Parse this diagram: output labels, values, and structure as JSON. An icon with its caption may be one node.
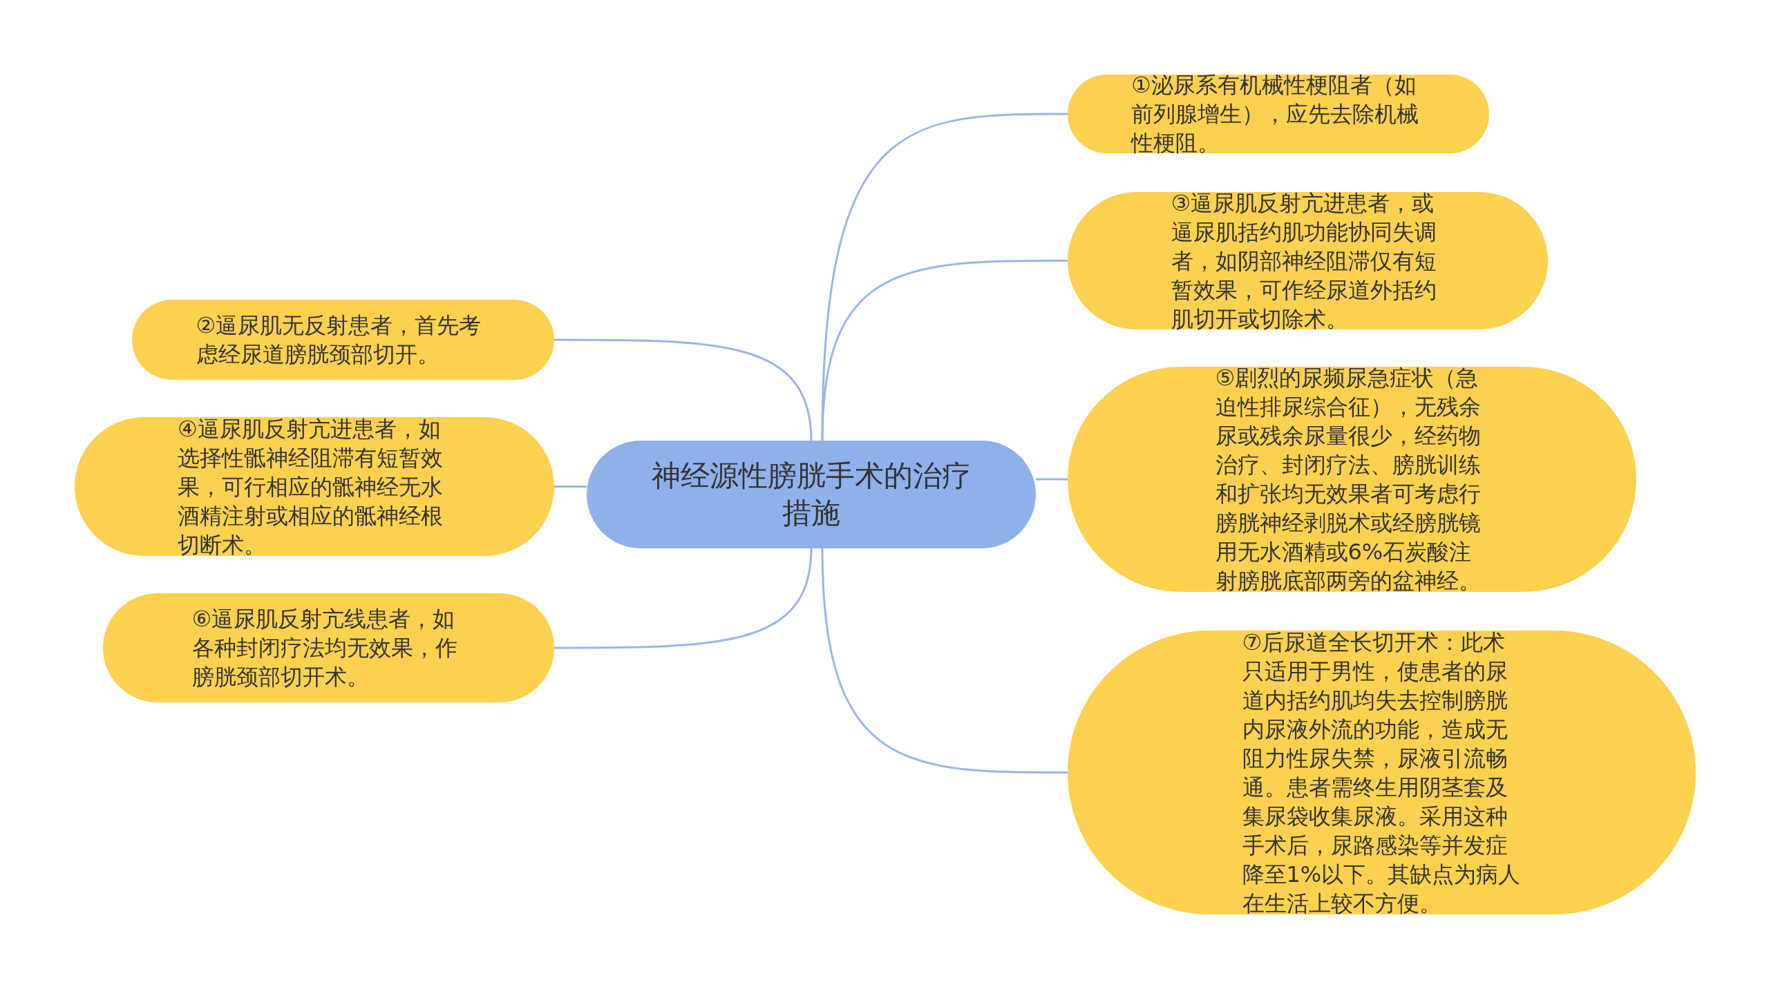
{
  "diagram": {
    "nodes": [
      {
        "text": [
          "神经源性膀胱手术的治疗措施"
        ]
      },
      {
        "text": [
          "①泌尿系有机械性梗阻者（如前列腺增生），应先去除机械性梗阻。"
        ]
      },
      {
        "text": [
          "②逼尿肌无反射患者，首先考虑经尿道膀胱颈部切开。"
        ]
      },
      {
        "text": [
          "③逼尿肌反射亢进患者，或逼尿肌括约肌功能协同失调者，如阴部神经阻滞仅有短暂效果，可作经尿道外括约肌切开或切除术。"
        ]
      },
      {
        "text": [
          "④逼尿肌反射亢进患者，如选择性骶神经阻滞有短暂效果，可行相应的骶神经无水酒精注射或相应的骶神经根切断术。"
        ]
      },
      {
        "text": [
          "⑤剧烈的尿频尿急症状（急迫性排尿综合征），无残余尿或残余尿量很少，经药物治疗、封闭疗法、膀胱训练和扩张均无效果者可考虑行膀胱神经剥脱术或经膀胱镜用无水酒精或6%石炭酸注射膀胱底部两旁的盆神经。"
        ]
      },
      {
        "text": [
          "⑥逼尿肌反射亢线患者，如各种封闭疗法均无效果，作膀胱颈部切开术。"
        ]
      },
      {
        "text": [
          "⑦后尿道全长切开术：此术只适用于男性，使患者的尿道内括约肌均失去控制膀胱内尿液外流的功能，造成无阻力性尿失禁，尿液引流畅通。患者需终生用阴茎套及集尿袋收集尿液。采用这种手术后，尿路感染等并发症降至1%以下。其缺点为病人在生活上较不方便。"
        ]
      }
    ],
    "edges": [
      {
        "from": 0,
        "to": 1,
        "arrow": "none"
      },
      {
        "from": 0,
        "to": 2,
        "arrow": "none"
      },
      {
        "from": 0,
        "to": 3,
        "arrow": "none"
      },
      {
        "from": 0,
        "to": 4,
        "arrow": "none"
      },
      {
        "from": 0,
        "to": 5,
        "arrow": "none"
      },
      {
        "from": 0,
        "to": 6,
        "arrow": "none"
      },
      {
        "from": 0,
        "to": 7,
        "arrow": "none"
      }
    ]
  }
}
